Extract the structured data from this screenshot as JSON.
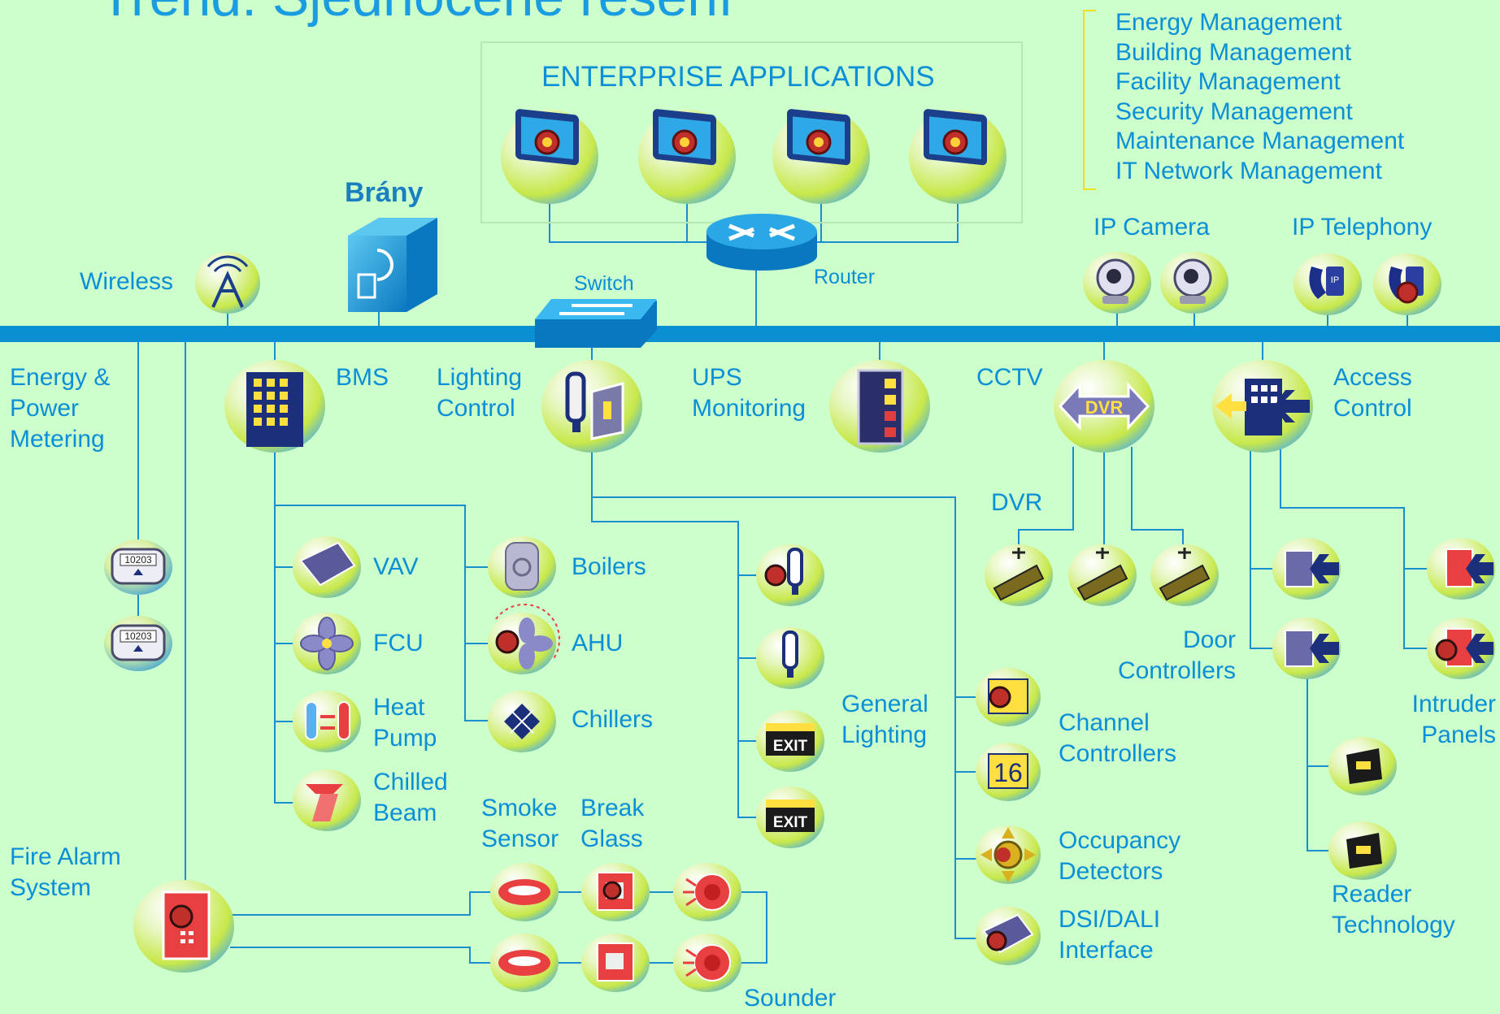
{
  "title": "Trend: Sjednocené řešení",
  "management_list": [
    "Energy Management",
    "Building Management",
    "Facility Management",
    "Security Management",
    "Maintenance Management",
    "IT Network Management"
  ],
  "enterprise": {
    "label": "ENTERPRISE APPLICATIONS"
  },
  "network": {
    "gateway_label": "Brány",
    "switch_label": "Switch",
    "router_label": "Router",
    "wireless_label": "Wireless",
    "ip_camera_label": "IP Camera",
    "ip_telephony_label": "IP Telephony"
  },
  "subsystems": {
    "energy": [
      "Energy &",
      "Power",
      "Metering"
    ],
    "bms": "BMS",
    "lighting": [
      "Lighting",
      "Control"
    ],
    "ups": [
      "UPS",
      "Monitoring"
    ],
    "cctv": "CCTV",
    "access": [
      "Access",
      "Control"
    ],
    "fire": [
      "Fire Alarm",
      "System"
    ]
  },
  "meter_reading": "10203",
  "bms_devices": {
    "vav": "VAV",
    "fcu": "FCU",
    "heat_pump": [
      "Heat",
      "Pump"
    ],
    "chilled_beam": [
      "Chilled",
      "Beam"
    ],
    "boilers": "Boilers",
    "ahu": "AHU",
    "chillers": "Chillers"
  },
  "lighting_devices": {
    "general_lighting": [
      "General",
      "Lighting"
    ],
    "exit_sign": "EXIT",
    "channel_controllers": [
      "Channel",
      "Controllers"
    ],
    "channel_number": "16",
    "occupancy": [
      "Occupancy",
      "Detectors"
    ],
    "dsi_dali": [
      "DSI/DALI",
      "Interface"
    ]
  },
  "cctv_devices": {
    "dvr_label": "DVR",
    "dvr_badge": "DVR"
  },
  "access_devices": {
    "door_controllers": [
      "Door",
      "Controllers"
    ],
    "intruder_panels": [
      "Intruder",
      "Panels"
    ],
    "reader_technology": [
      "Reader",
      "Technology"
    ]
  },
  "fire_devices": {
    "smoke_sensor": [
      "Smoke",
      "Sensor"
    ],
    "break_glass": [
      "Break",
      "Glass"
    ],
    "sounder": "Sounder"
  },
  "colors": {
    "background": "#ccffcc",
    "text": "#0b8fd6",
    "bus": "#0a8fd3",
    "lines": "#1a8fd0",
    "bracket": "#f0e020"
  }
}
